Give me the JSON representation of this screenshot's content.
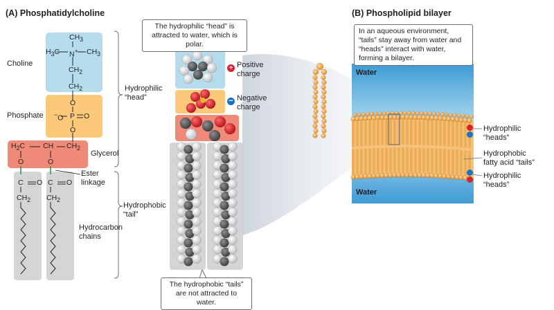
{
  "panelA": {
    "title": "(A)  Phosphatidylcholine",
    "labels": {
      "choline": "Choline",
      "phosphate": "Phosphate",
      "glycerol": "Glycerol",
      "ester_1": "Ester",
      "ester_2": "linkage",
      "hydrocarbon_1": "Hydrocarbon",
      "hydrocarbon_2": "chains",
      "head_1": "Hydrophilic",
      "head_2": "“head”",
      "tail_1": "Hydrophobic",
      "tail_2": "“tail”",
      "pos_1": "Positive",
      "pos_2": "charge",
      "neg_1": "Negative",
      "neg_2": "charge"
    },
    "formula": {
      "ch3_top": "CH",
      "ch3_left": "H",
      "ch3_left2": "C",
      "n": "N",
      "ch3_right": "CH",
      "sub3": "3",
      "sub2": "2",
      "ch2": "CH",
      "o": "O",
      "p": "P",
      "neg_o": "O",
      "c": "C",
      "h2c": "H",
      "h2c2": "C",
      "ch": "CH",
      "ch2_right": "CH",
      "c_eq_o": "C",
      "o2": "O",
      "plus": "+",
      "minus": "−"
    },
    "callout_head": "The hydrophilic “head” is attracted to water, which is polar.",
    "callout_tail": "The hydrophobic “tails” are not attracted to water."
  },
  "panelB": {
    "title": "(B)  Phospholipid bilayer",
    "callout": "In an aqueous environment, “tails” stay away from water and “heads” interact with water, forming a bilayer.",
    "water_top": "Water",
    "water_bottom": "Water",
    "labels": {
      "heads_top_1": "Hydrophilic",
      "heads_top_2": "“heads”",
      "tails_1": "Hydrophobic",
      "tails_2": "fatty acid “tails”",
      "heads_bot_1": "Hydrophilic",
      "heads_bot_2": "“heads”"
    }
  },
  "colors": {
    "choline": "#b5dcec",
    "phosphate": "#fcc97a",
    "glycerol": "#ef8a78",
    "chain": "#d4d5d6",
    "water": "#4aa8d8",
    "bead": "#f3a23b",
    "ester_bond": "#2e9e4a"
  }
}
